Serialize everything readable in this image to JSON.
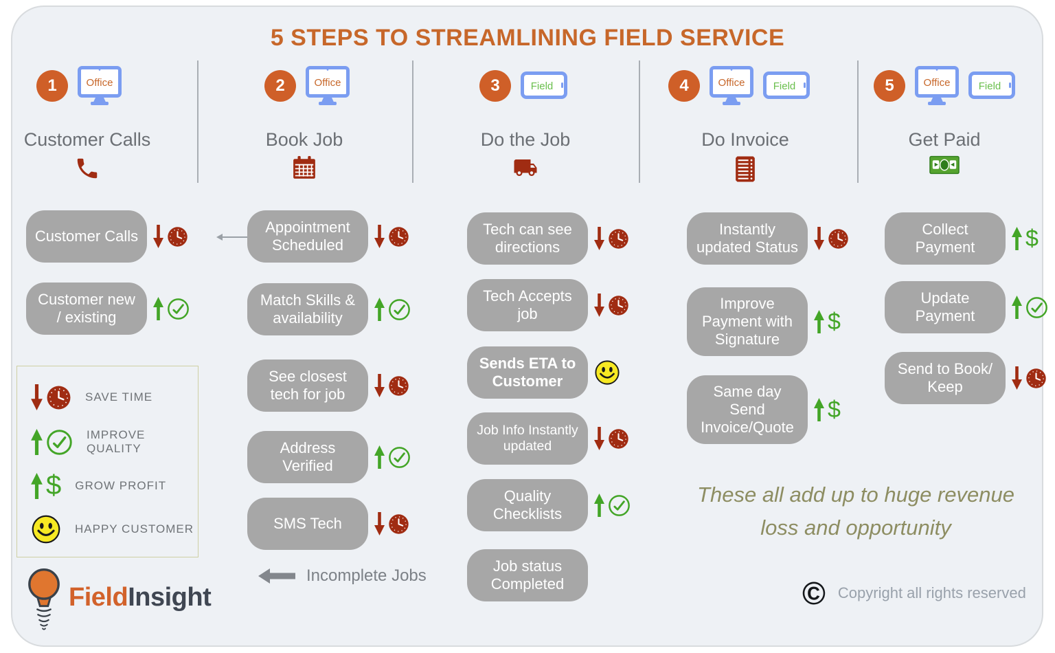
{
  "title": "5 STEPS TO STREAMLINING FIELD SERVICE",
  "columns": [
    {
      "number": "1",
      "devices": [
        "Office"
      ],
      "title": "Customer Calls",
      "icon": "phone-icon",
      "boxes": [
        {
          "label": "Customer Calls",
          "benefit": "save-time"
        },
        {
          "label": "Customer new / existing",
          "benefit": "improve-quality"
        }
      ]
    },
    {
      "number": "2",
      "devices": [
        "Office"
      ],
      "title": "Book Job",
      "icon": "calendar-icon",
      "boxes": [
        {
          "label": "Appointment Scheduled",
          "benefit": "save-time"
        },
        {
          "label": "Match Skills & availability",
          "benefit": "improve-quality"
        },
        {
          "label": "See closest tech for job",
          "benefit": "save-time"
        },
        {
          "label": "Address Verified",
          "benefit": "improve-quality"
        },
        {
          "label": "SMS Tech",
          "benefit": "save-time"
        }
      ],
      "footnote": "Incomplete Jobs"
    },
    {
      "number": "3",
      "devices": [
        "Field"
      ],
      "title": "Do the Job",
      "icon": "truck-icon",
      "boxes": [
        {
          "label": "Tech can see directions",
          "benefit": "save-time"
        },
        {
          "label": "Tech Accepts job",
          "benefit": "save-time"
        },
        {
          "label": "Sends ETA to Customer",
          "benefit": "happy-customer"
        },
        {
          "label": "Job Info Instantly updated",
          "benefit": "save-time"
        },
        {
          "label": "Quality Checklists",
          "benefit": "improve-quality"
        },
        {
          "label": "Job status Completed",
          "benefit": "none"
        }
      ]
    },
    {
      "number": "4",
      "devices": [
        "Office",
        "Field"
      ],
      "title": "Do Invoice",
      "icon": "invoice-icon",
      "boxes": [
        {
          "label": "Instantly updated Status",
          "benefit": "save-time"
        },
        {
          "label": "Improve Payment with Signature",
          "benefit": "grow-profit"
        },
        {
          "label": "Same day Send Invoice/Quote",
          "benefit": "grow-profit"
        }
      ]
    },
    {
      "number": "5",
      "devices": [
        "Office",
        "Field"
      ],
      "title": "Get Paid",
      "icon": "money-icon",
      "boxes": [
        {
          "label": "Collect Payment",
          "benefit": "grow-profit"
        },
        {
          "label": "Update Payment",
          "benefit": "improve-quality"
        },
        {
          "label": "Send to Book/ Keep",
          "benefit": "save-time"
        }
      ]
    }
  ],
  "legend": {
    "items": [
      {
        "icon": "save-time-icon",
        "label": "SAVE TIME"
      },
      {
        "icon": "improve-quality-icon",
        "label": "IMPROVE QUALITY"
      },
      {
        "icon": "grow-profit-icon",
        "label": "GROW PROFIT"
      },
      {
        "icon": "happy-customer-icon",
        "label": "HAPPY CUSTOMER"
      }
    ]
  },
  "notes": {
    "incomplete_jobs": "Incomplete Jobs",
    "summary": "These all add up to huge revenue loss and opportunity"
  },
  "branding": {
    "logo_field": "Field",
    "logo_insight": "Insight",
    "copyright_symbol": "©",
    "copyright": "Copyright all rights reserved"
  },
  "glyphs": {
    "dollar": "$"
  },
  "colors": {
    "accent_orange": "#c7672a",
    "step_circle": "#cf5f28",
    "device_blue": "#7b9df1",
    "field_green": "#6abf4d",
    "dark_red": "#a02c12",
    "green": "#43a527",
    "pill_gray": "#a7a7a7",
    "smiley_yellow": "#f7e923",
    "summary_olive": "#8d8d62"
  }
}
